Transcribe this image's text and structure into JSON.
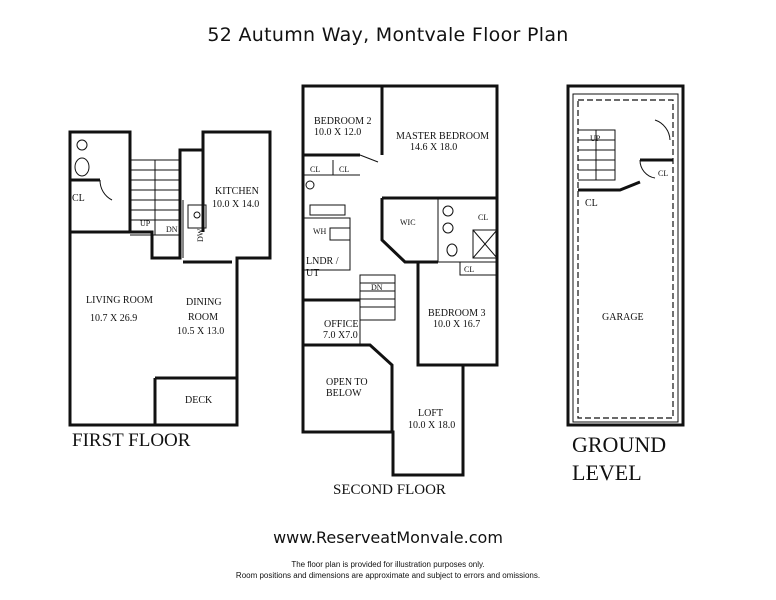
{
  "title": "52 Autumn Way, Montvale Floor Plan",
  "website": "www.ReserveatMonvale.com",
  "disclaimer": {
    "line1": "The floor plan is provided for illustration purposes only.",
    "line2": "Room positions and dimensions are approximate and subject to errors and omissions."
  },
  "first_floor": {
    "label": "FIRST FLOOR",
    "rooms": {
      "kitchen_name": "KITCHEN",
      "kitchen_dim": "10.0 X 14.0",
      "living_name": "LIVING ROOM",
      "living_dim": "10.7 X 26.9",
      "dining_name1": "DINING",
      "dining_name2": "ROOM",
      "dining_dim": "10.5 X 13.0",
      "deck": "DECK",
      "closet": "CL",
      "dw": "DW",
      "up": "UP",
      "dn": "DN"
    }
  },
  "second_floor": {
    "label": "SECOND FLOOR",
    "rooms": {
      "bedroom2_name": "BEDROOM 2",
      "bedroom2_dim": "10.0 X 12.0",
      "master_name": "MASTER BEDROOM",
      "master_dim": "14.6 X 18.0",
      "cl_a": "CL",
      "cl_b": "CL",
      "cl_c": "CL",
      "cl_d": "CL",
      "wic": "WIC",
      "wh": "WH",
      "lndr1": "LNDR /",
      "lndr2": "UT",
      "bedroom3_name": "BEDROOM 3",
      "bedroom3_dim": "10.0 X 16.7",
      "office_name": "OFFICE",
      "office_dim": "7.0 X7.0",
      "open1": "OPEN TO",
      "open2": "BELOW",
      "loft_name": "LOFT",
      "loft_dim": "10.0 X 18.0",
      "dn": "DN"
    }
  },
  "ground_level": {
    "label1": "GROUND",
    "label2": "LEVEL",
    "rooms": {
      "garage": "GARAGE",
      "cl_a": "CL",
      "cl_b": "CL",
      "up": "UP"
    }
  }
}
